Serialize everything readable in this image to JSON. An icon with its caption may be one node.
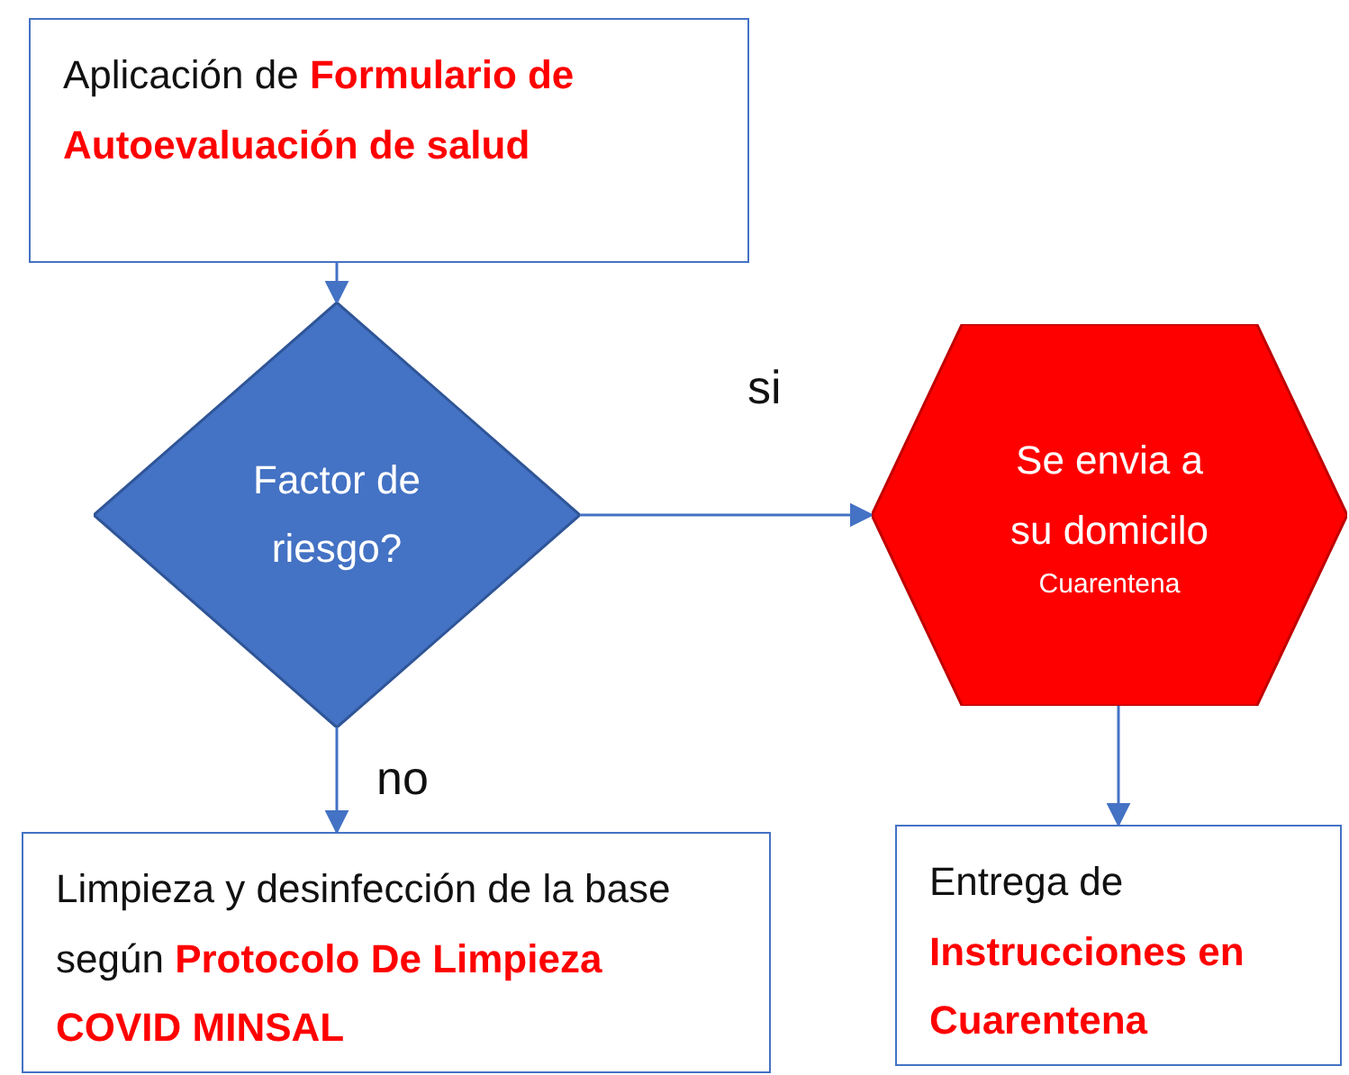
{
  "diagram": {
    "nodes": [
      {
        "text": [
          "Aplicación de **Formulario de Autoevaluación  de salud**"
        ]
      },
      {
        "text": [
          "Factor de riesgo?"
        ]
      },
      {
        "text": [
          "Se envia a su domicilo",
          "Cuarentena"
        ]
      },
      {
        "text": [
          "Limpieza y desinfección de la base según **Protocolo De Limpieza COVID MINSAL**"
        ]
      },
      {
        "text": [
          "Entrega de **Instrucciones en Cuarentena**"
        ]
      }
    ],
    "edges": [
      {
        "from": 0,
        "to": 1,
        "arrow": "to"
      },
      {
        "from": 1,
        "to": 2,
        "arrow": "to",
        "label": "si"
      },
      {
        "from": 1,
        "to": 3,
        "arrow": "to",
        "label": "no"
      },
      {
        "from": 2,
        "to": 4,
        "arrow": "to"
      }
    ]
  }
}
